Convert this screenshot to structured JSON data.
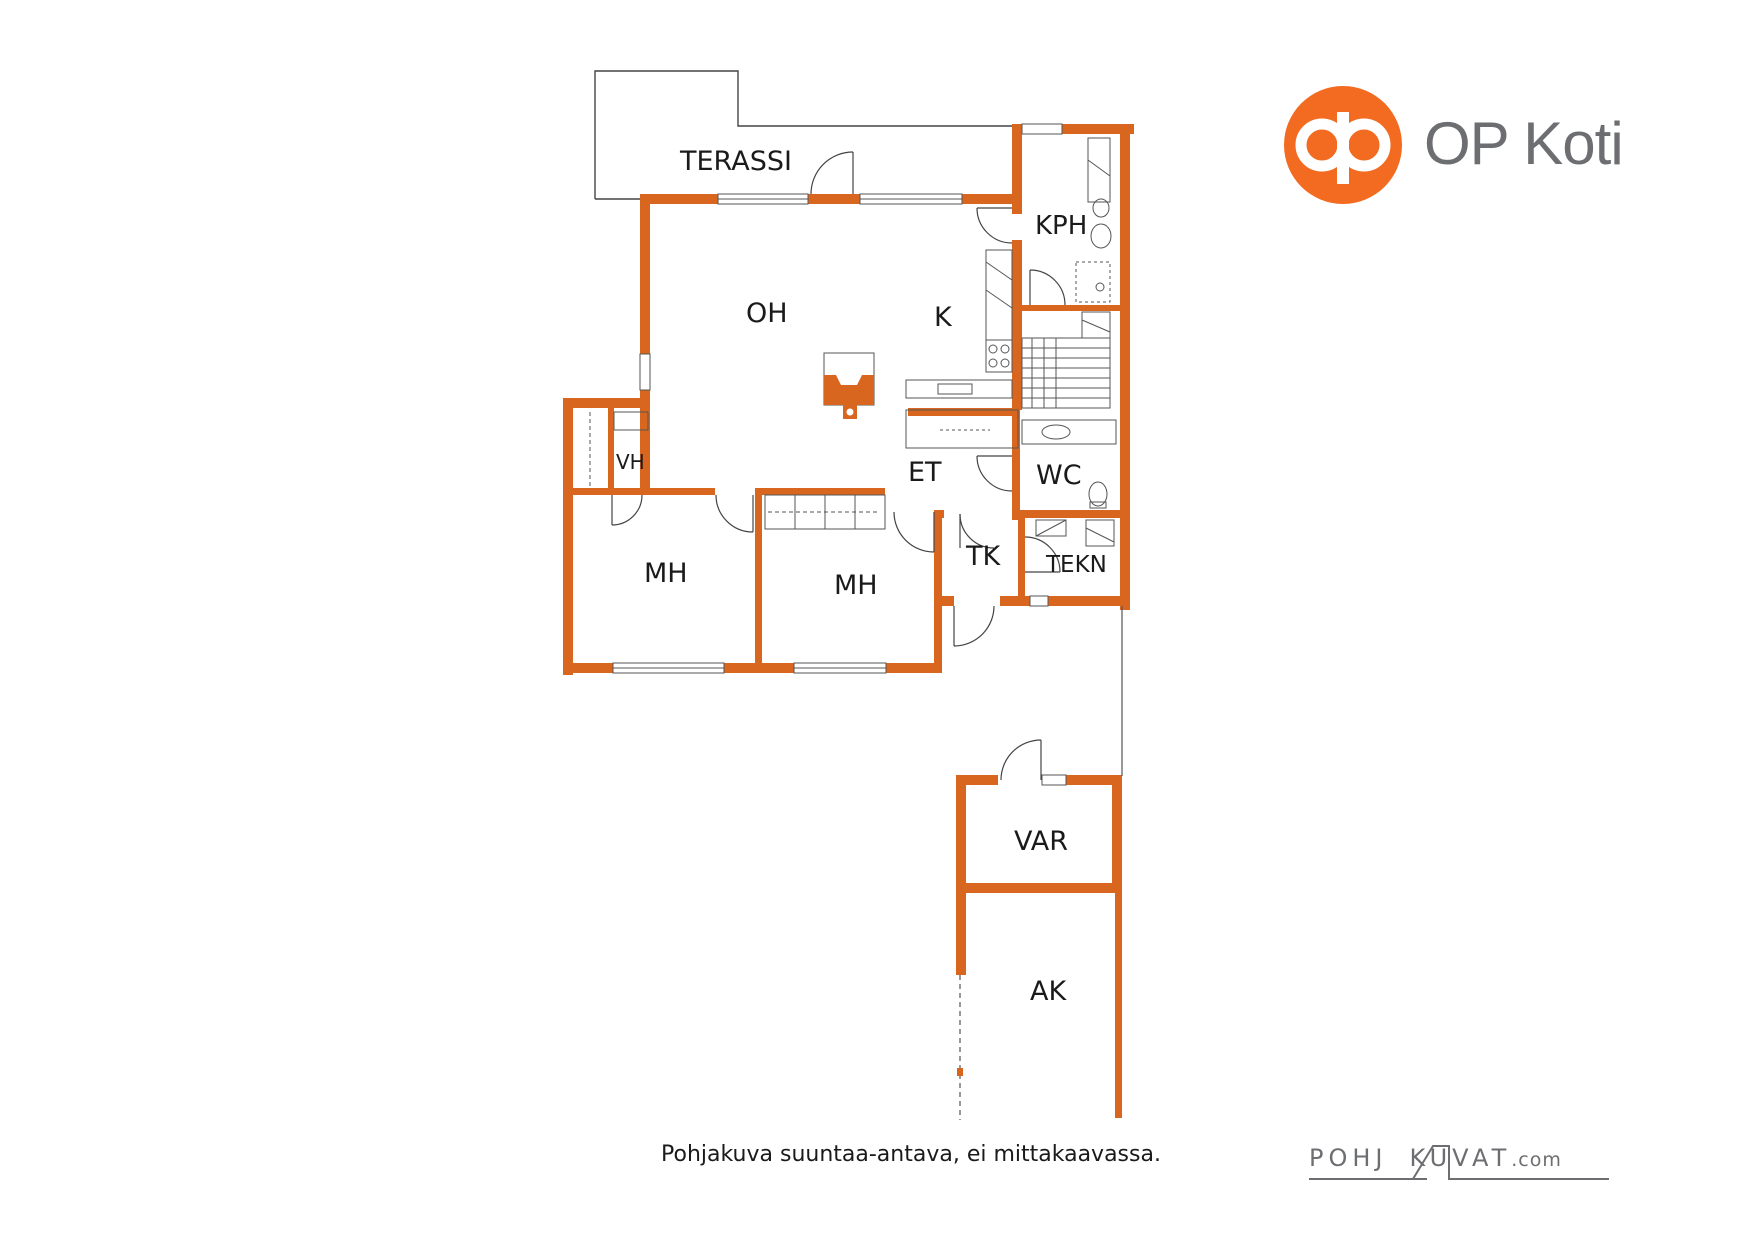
{
  "brand": {
    "name": "OP Koti",
    "accent_color": "#f26b21",
    "text_color": "#6d6e71"
  },
  "rooms": {
    "terassi": "TERASSI",
    "kph": "KPH",
    "oh": "OH",
    "k": "K",
    "vh": "VH",
    "et": "ET",
    "wc": "WC",
    "mh1": "MH",
    "mh2": "MH",
    "tk": "TK",
    "tekn": "TEKN",
    "var": "VAR",
    "ak": "AK"
  },
  "footer": {
    "note": "Pohjakuva suuntaa-antava, ei mittakaavassa.",
    "credit_left": "POHJ",
    "credit_right": "KUVAT",
    "credit_suffix": ".com"
  },
  "colors": {
    "wall": "#d9661f",
    "line": "#333333"
  }
}
